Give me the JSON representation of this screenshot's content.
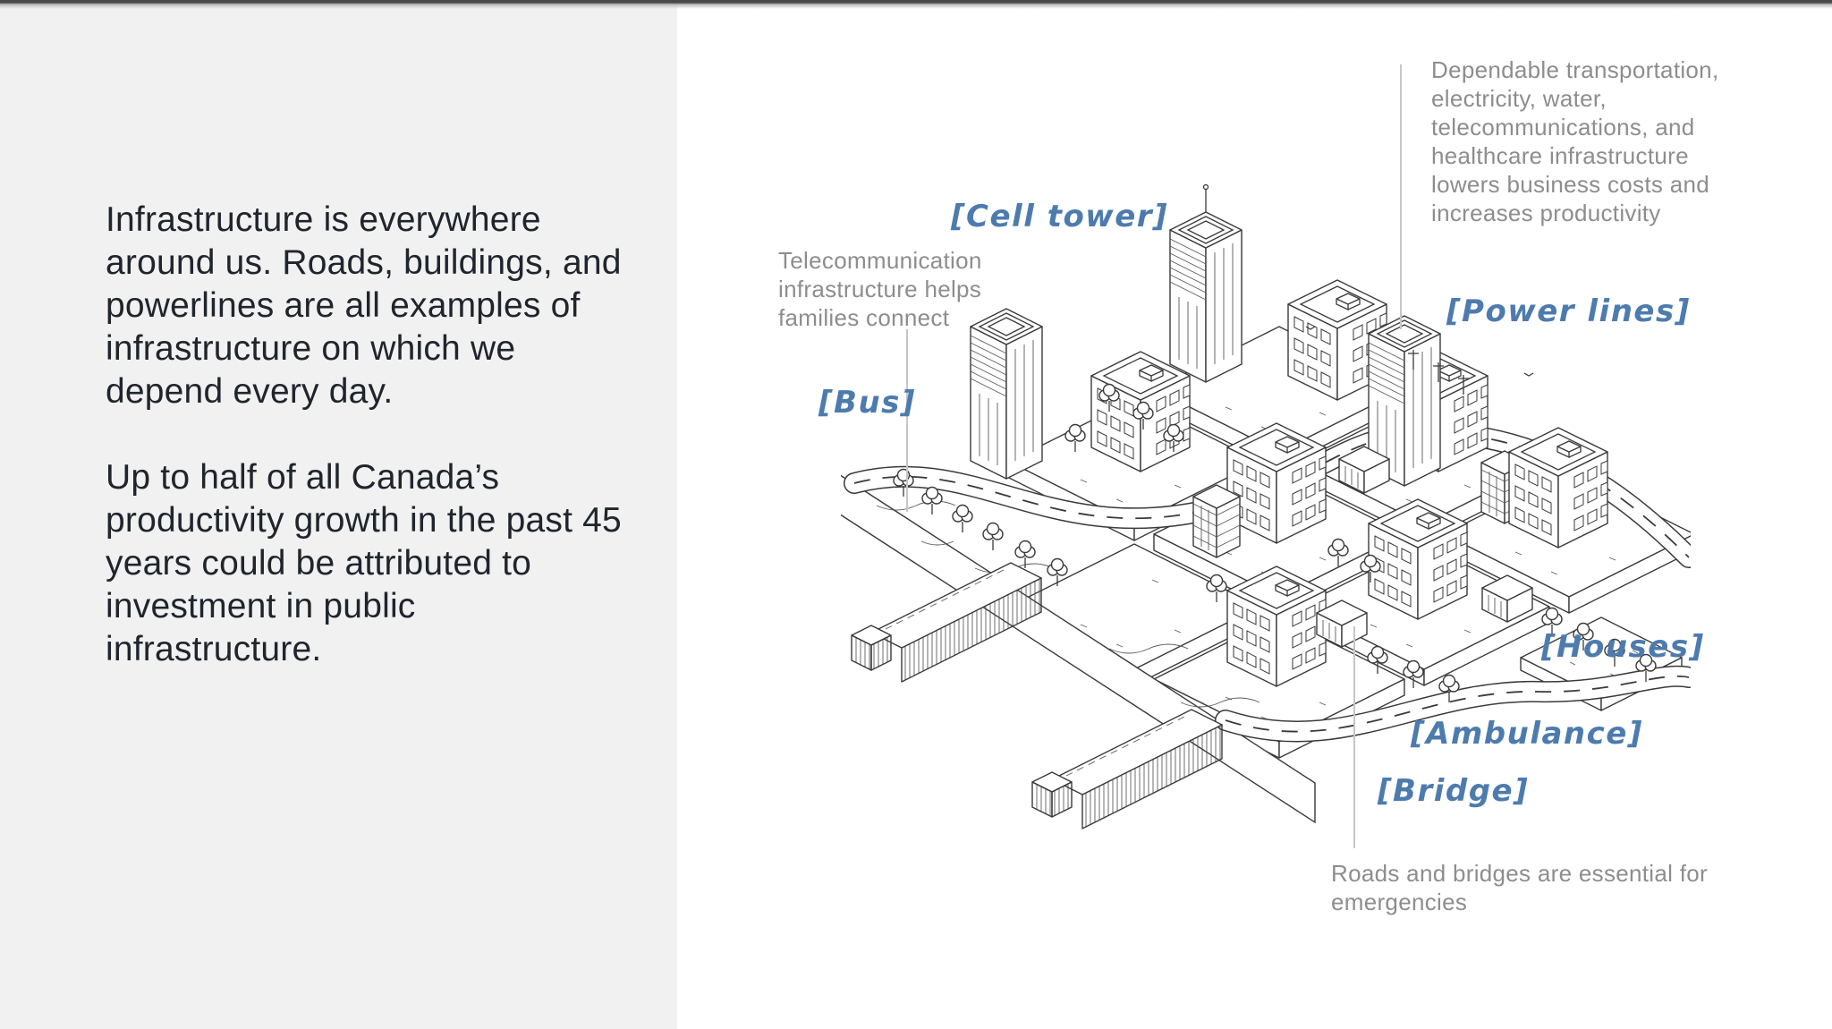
{
  "left_panel": {
    "paragraph_1": "Infrastructure is everywhere around us. Roads, buildings, and powerlines are all examples of infrastructure on which we depend every day.",
    "paragraph_2": "Up to half of all Canada’s productivity growth in the past 45 years could be attributed to investment in public infrastructure."
  },
  "diagram": {
    "labels": {
      "cell_tower": "[Cell tower]",
      "power_lines": "[Power lines]",
      "bus": "[Bus]",
      "houses": "[Houses]",
      "ambulance": "[Ambulance]",
      "bridge": "[Bridge]"
    },
    "annotations": {
      "telecom": "Telecommunication infrastructure helps families connect",
      "business_costs": "Dependable transportation, electricity, water, telecommunications, and healthcare infrastructure lowers business costs and increases productivity",
      "emergencies": "Roads and bridges are essential for emergencies"
    },
    "colors": {
      "label_blue": "#4d7bae",
      "annotation_gray": "#8d8d8d",
      "ink": "#3a3a3a",
      "panel_gray": "#f1f1f1"
    }
  }
}
